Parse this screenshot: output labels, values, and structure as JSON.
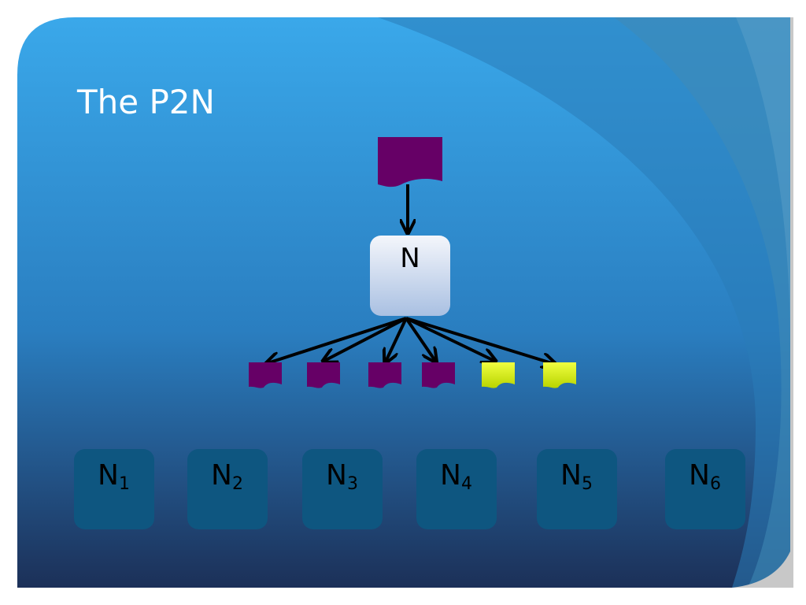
{
  "slide": {
    "title": "The P2N"
  },
  "master": {
    "label": "N"
  },
  "chunks": [
    {
      "color": "purple"
    },
    {
      "color": "purple"
    },
    {
      "color": "purple"
    },
    {
      "color": "purple"
    },
    {
      "color": "yellow"
    },
    {
      "color": "yellow"
    }
  ],
  "nodes": [
    {
      "label": "N",
      "sub": "1"
    },
    {
      "label": "N",
      "sub": "2"
    },
    {
      "label": "N",
      "sub": "3"
    },
    {
      "label": "N",
      "sub": "4"
    },
    {
      "label": "N",
      "sub": "5"
    },
    {
      "label": "N",
      "sub": "6"
    }
  ],
  "colors": {
    "purple": "#660066",
    "yellow": "#ccee00",
    "background_top": "#3aa8ea",
    "background_bottom": "#1c3058",
    "node_fill": "#0e5680",
    "master_fill": "#dde6f3"
  }
}
